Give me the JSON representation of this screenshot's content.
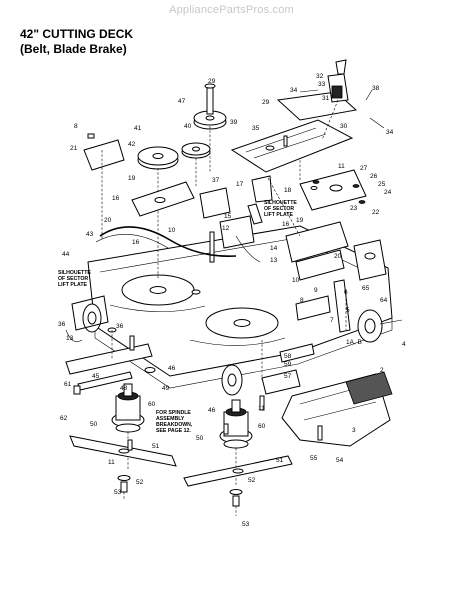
{
  "watermark": "AppliancePartsPros.com",
  "title": {
    "line1": "42\" CUTTING DECK",
    "line2": "(Belt, Blade Brake)"
  },
  "notes": {
    "silhouette_right": [
      "SILHOUETTE",
      "OF SECTOR",
      "LIFT PLATE"
    ],
    "silhouette_left": [
      "SILHOUETTE",
      "OF SECTOR",
      "LIFT PLATE"
    ],
    "spindle": [
      "FOR SPINDLE",
      "ASSEMBLY",
      "BREAKDOWN,",
      "SEE PAGE 12."
    ]
  },
  "callouts": [
    "47",
    "29",
    "39",
    "40",
    "41",
    "42",
    "35",
    "37",
    "32",
    "33",
    "34",
    "31",
    "38",
    "30",
    "29",
    "34",
    "8",
    "21",
    "19",
    "16",
    "20",
    "18",
    "15",
    "17",
    "11",
    "27",
    "26",
    "25",
    "24",
    "22",
    "23",
    "10",
    "12",
    "14",
    "13",
    "16",
    "19",
    "20",
    "44",
    "43",
    "16",
    "9",
    "10",
    "8",
    "64",
    "65",
    "7",
    "5",
    "6",
    "4",
    "1A, B",
    "36",
    "13",
    "36",
    "46",
    "45",
    "61",
    "48",
    "49",
    "58",
    "59",
    "57",
    "55",
    "54",
    "2",
    "3",
    "62",
    "50",
    "60",
    "46",
    "60",
    "50",
    "11",
    "51",
    "51",
    "53",
    "53",
    "52",
    "52",
    "11"
  ]
}
